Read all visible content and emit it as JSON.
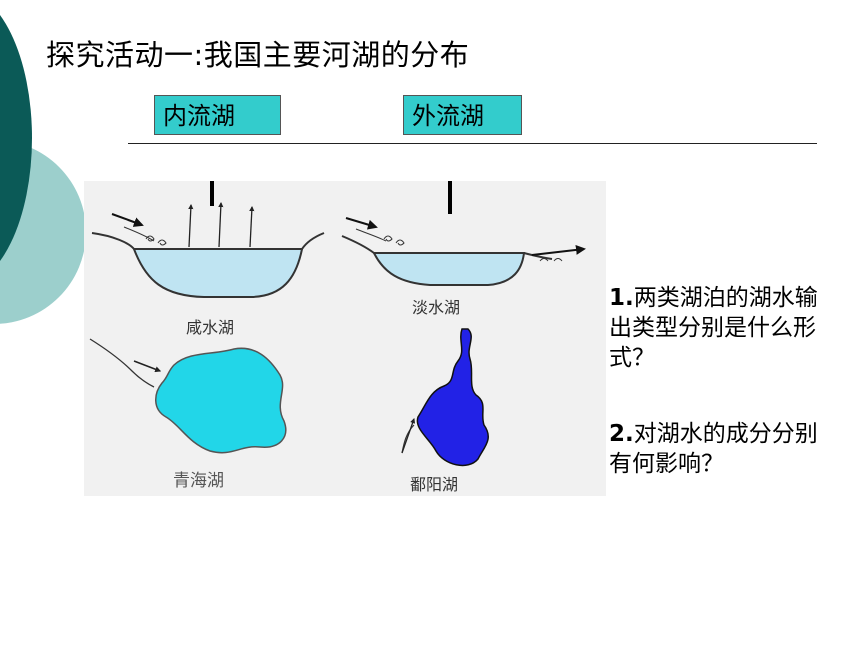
{
  "slide": {
    "title": "探究活动一:我国主要河湖的分布",
    "types": {
      "inner": "内流湖",
      "outer": "外流湖"
    },
    "diagram_labels": {
      "salt_lake": "咸水湖",
      "fresh_lake": "淡水湖",
      "qinghai": "青海湖",
      "poyang": "鄱阳湖"
    },
    "questions": [
      {
        "num": "1.",
        "text": "两类湖泊的湖水输出类型分别是什么形式？"
      },
      {
        "num": "2.",
        "text": "对湖水的成分分别有何影响？"
      }
    ]
  },
  "colors": {
    "accent_box": "#33cccc",
    "deco_dark": "#0b5a57",
    "deco_light": "#9ccfcc",
    "lake_water": "#bfe4f2",
    "qinghai_fill": "#22d6e8",
    "poyang_fill": "#2222e6"
  }
}
